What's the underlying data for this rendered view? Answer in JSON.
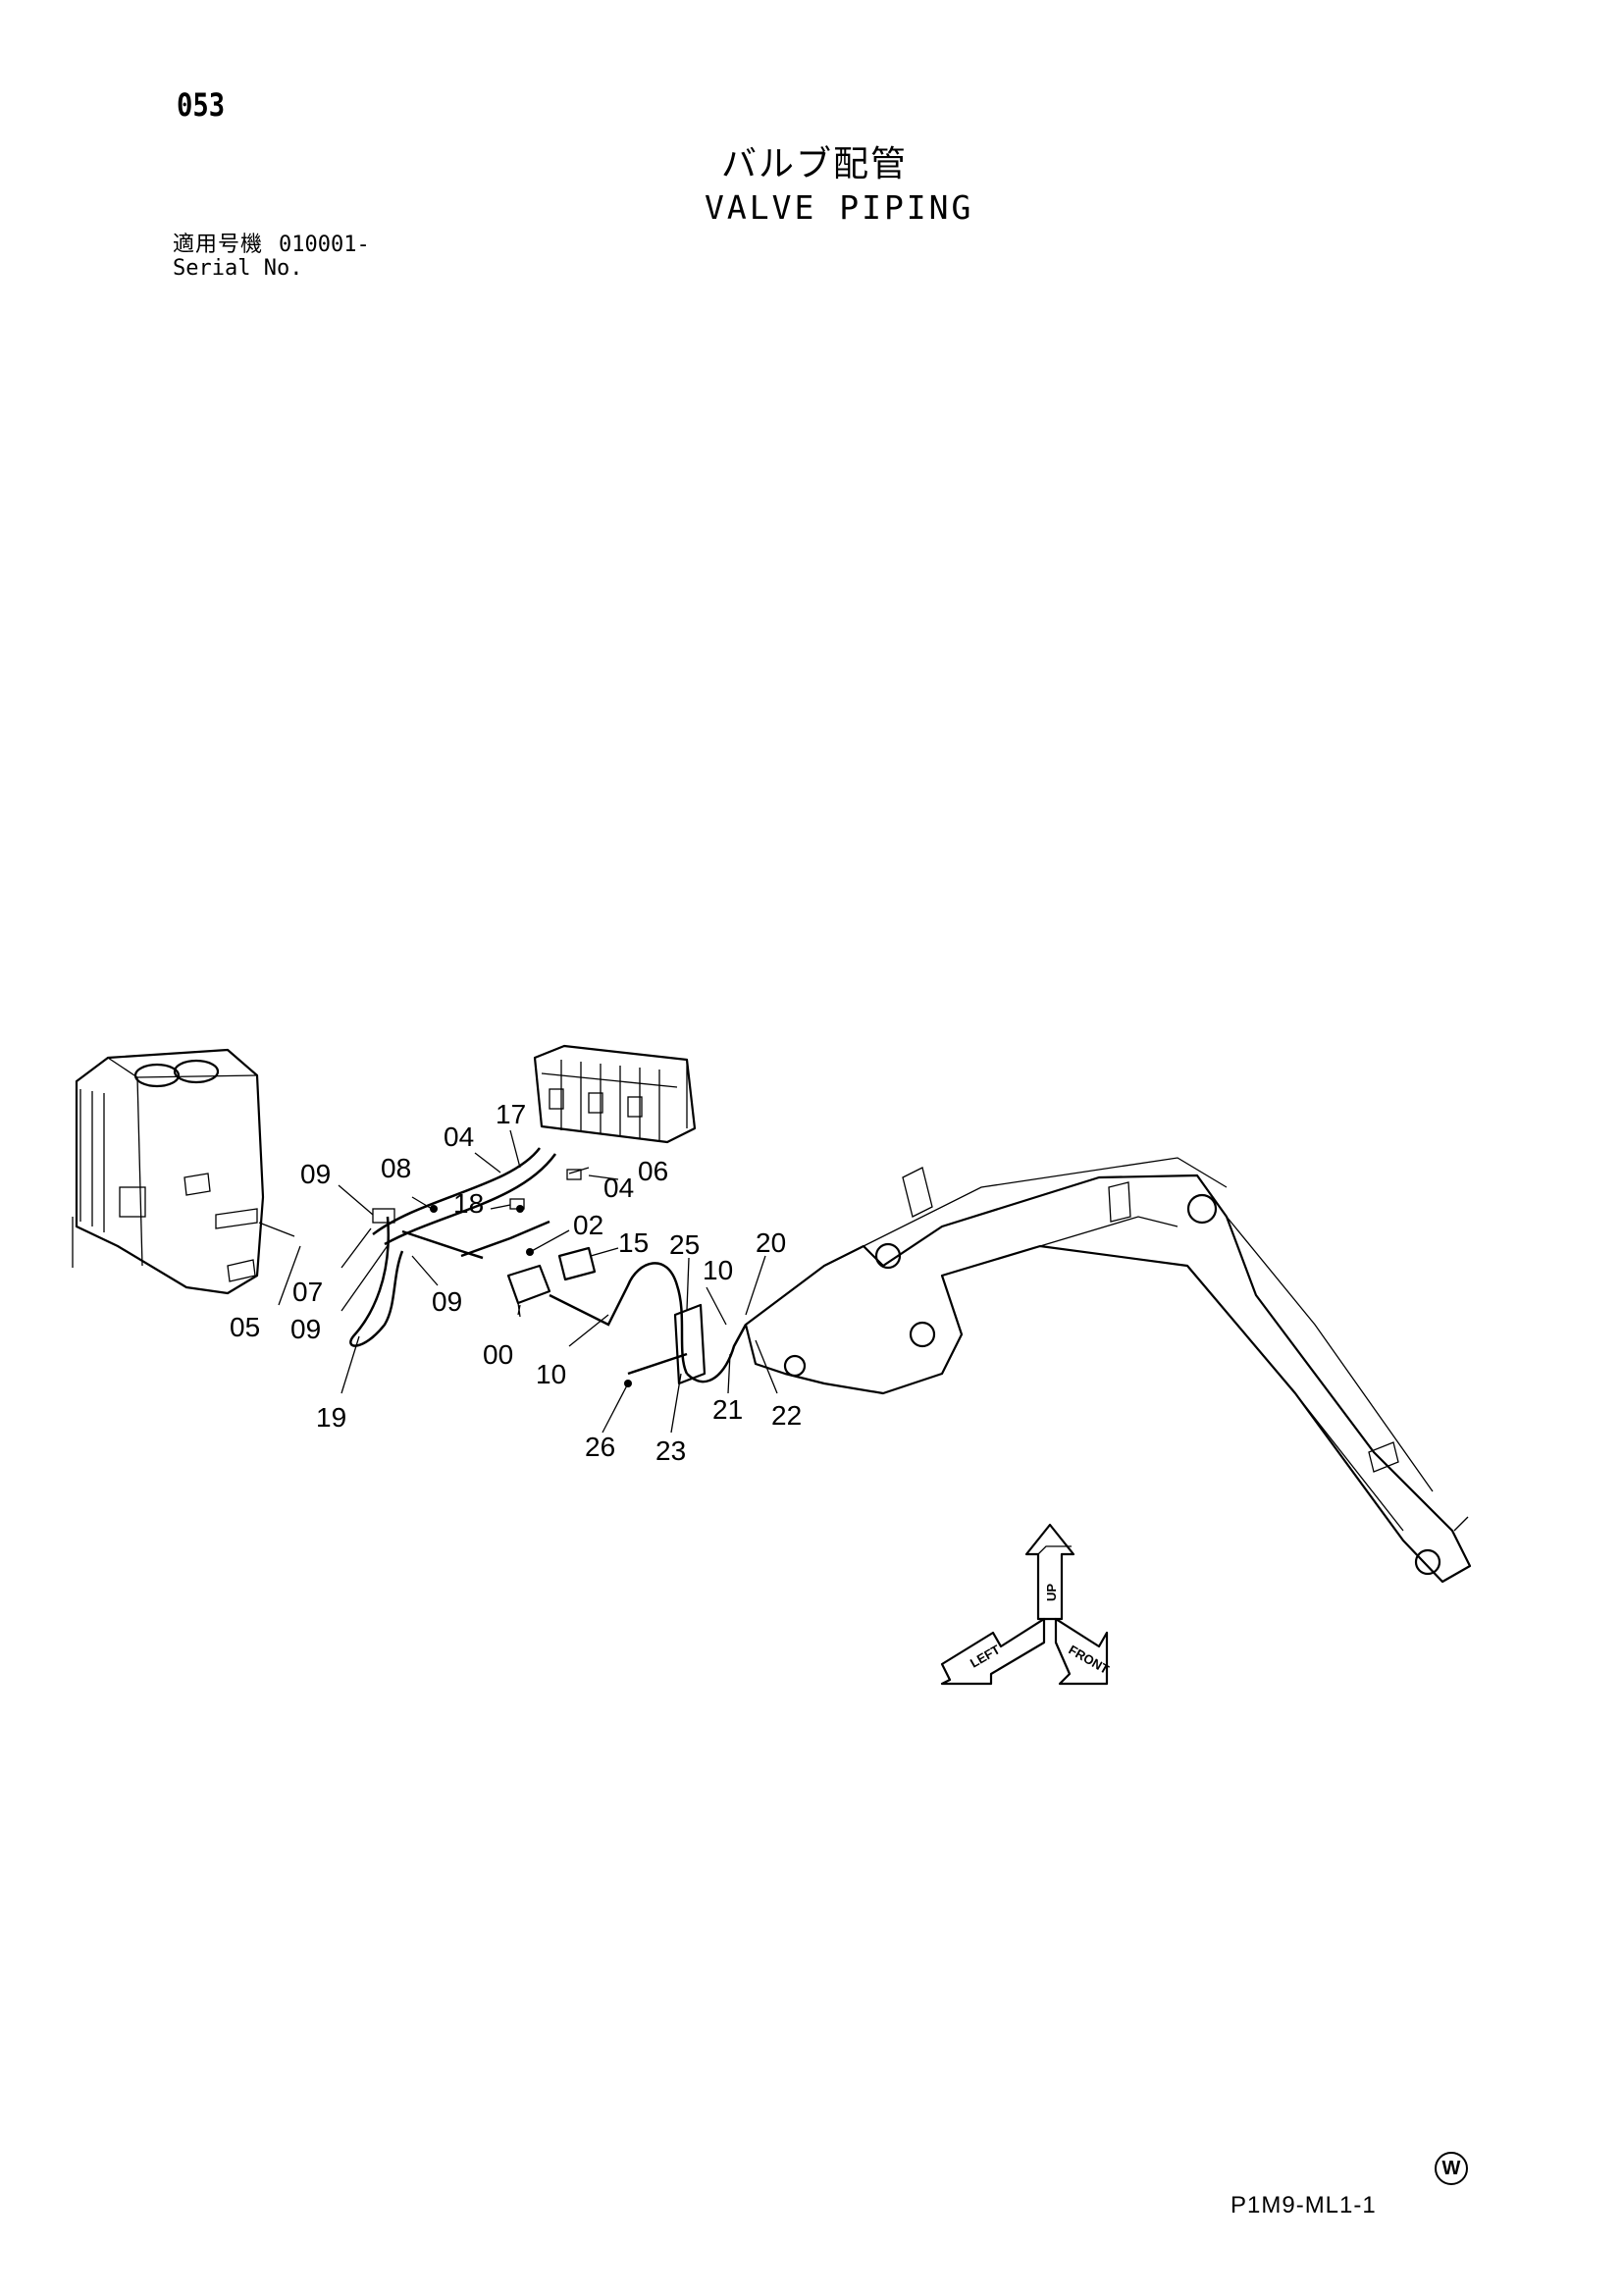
{
  "header": {
    "page_number": "053",
    "title_jp": "バルブ配管",
    "title_en": "VALVE PIPING",
    "serial_label_jp": "適用号機",
    "serial_value": "010001-",
    "serial_label_en": "Serial No."
  },
  "callouts": [
    "04",
    "17",
    "09",
    "08",
    "18",
    "04",
    "06",
    "02",
    "15",
    "25",
    "20",
    "10",
    "07",
    "09",
    "05",
    "09",
    "00",
    "10",
    "19",
    "21",
    "22",
    "26",
    "23"
  ],
  "direction_indicator": {
    "labels": [
      "UP",
      "LEFT",
      "FRONT"
    ]
  },
  "footer": {
    "watermark": "W",
    "drawing_code": "P1M9-ML1-1"
  }
}
